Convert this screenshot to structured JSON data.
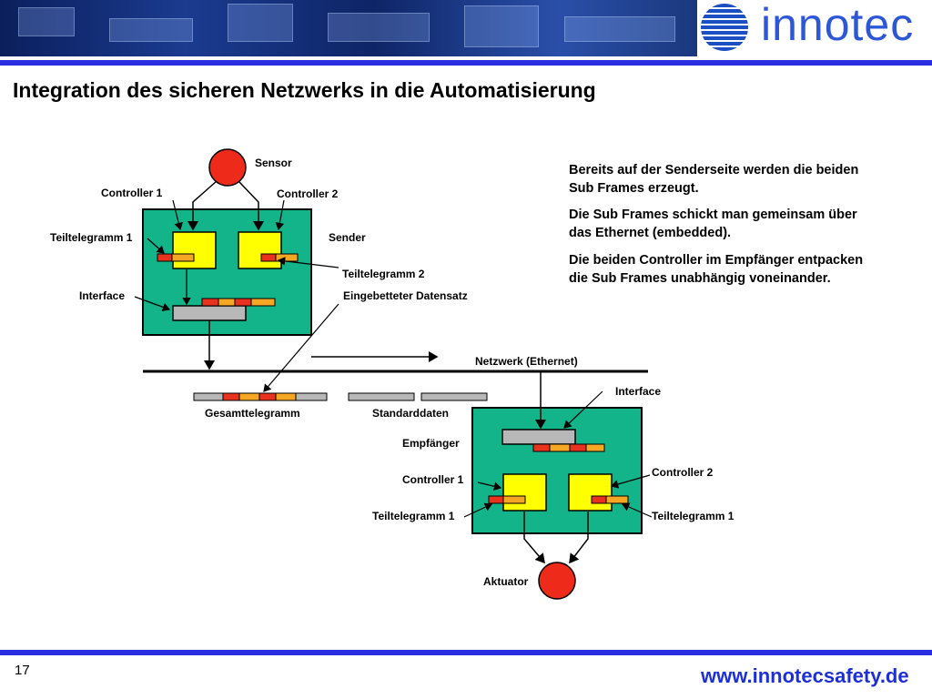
{
  "slide": {
    "title": "Integration des sicheren Netzwerks in die Automatisierung",
    "page_number": "17",
    "website": "www.innotecsafety.de",
    "logo_text": "innotec"
  },
  "description": [
    "Bereits auf der Senderseite werden die beiden Sub Frames erzeugt.",
    "Die Sub Frames schickt man gemeinsam über das Ethernet (embedded).",
    "Die beiden Controller im Empfänger entpacken die Sub Frames unabhängig voneinander."
  ],
  "diagram": {
    "sensor": "Sensor",
    "controller1_top": "Controller 1",
    "controller2_top": "Controller 2",
    "teiltelegramm1_top": "Teiltelegramm 1",
    "sender": "Sender",
    "teiltelegramm2": "Teiltelegramm 2",
    "interface_top": "Interface",
    "eingebetteter": "Eingebetteter Datensatz",
    "netzwerk": "Netzwerk (Ethernet)",
    "interface_bottom": "Interface",
    "gesamttelegramm": "Gesamttelegramm",
    "standarddaten": "Standarddaten",
    "empfaenger": "Empfänger",
    "controller1_bottom": "Controller 1",
    "controller2_bottom": "Controller 2",
    "teiltelegramm1_left": "Teiltelegramm 1",
    "teiltelegramm1_right": "Teiltelegramm 1",
    "aktuator": "Aktuator"
  },
  "colors": {
    "board": "#13b48a",
    "controller": "#ffff00",
    "frame_red": "#e8321e",
    "frame_orange": "#f5a623",
    "interface_gray": "#b8b8b8",
    "sensor_red": "#ee2a1b",
    "accent_blue": "#2a2ee0"
  }
}
